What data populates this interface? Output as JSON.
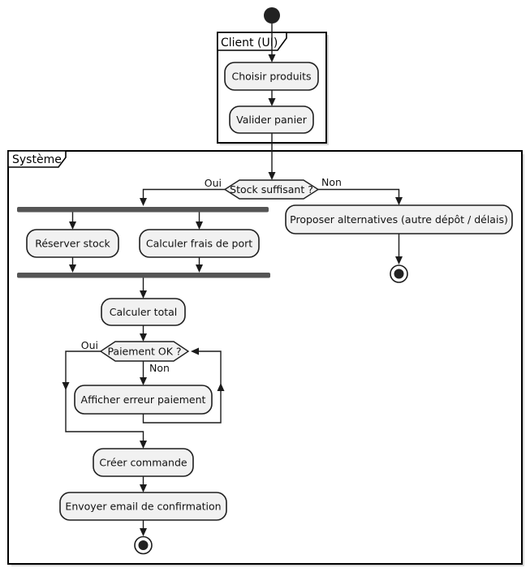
{
  "diagram": {
    "type": "activity-diagram",
    "partitions": {
      "client": {
        "title": "Client (UI)"
      },
      "system": {
        "title": "Système"
      }
    },
    "activities": {
      "choisir": "Choisir produits",
      "valider": "Valider panier",
      "reserver": "Réserver stock",
      "frais": "Calculer frais de port",
      "proposer": "Proposer alternatives (autre dépôt / délais)",
      "total": "Calculer total",
      "erreur": "Afficher erreur paiement",
      "commande": "Créer commande",
      "email": "Envoyer email de confirmation"
    },
    "decisions": {
      "stock": "Stock suffisant ?",
      "paiement": "Paiement OK ?"
    },
    "edge_labels": {
      "stock_oui": "Oui",
      "stock_non": "Non",
      "paiement_oui": "Oui",
      "paiement_non": "Non"
    },
    "colors": {
      "background": "#ffffff",
      "activity_fill": "#f1f1f1",
      "border": "#1f1f1f",
      "bar_fill": "#555555",
      "start_fill": "#222222"
    }
  }
}
